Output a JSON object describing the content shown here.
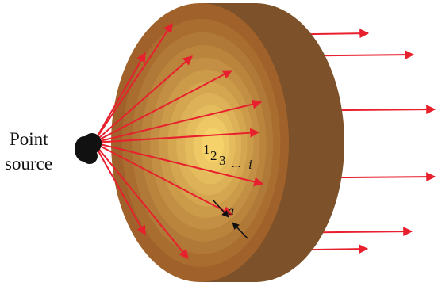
{
  "labels": {
    "source_line1": "Point",
    "source_line2": "source",
    "zone_1": "1",
    "zone_2": "2",
    "zone_3": "3",
    "zone_ellipsis": "...",
    "zone_i": "i",
    "width_symbol": "a"
  },
  "colors": {
    "ray": "#e8202e",
    "lens_center": "#f6d36a",
    "lens_edge": "#a0622a",
    "lens_rim": "#7d5129",
    "source": "#111111"
  },
  "zone_count": 11
}
